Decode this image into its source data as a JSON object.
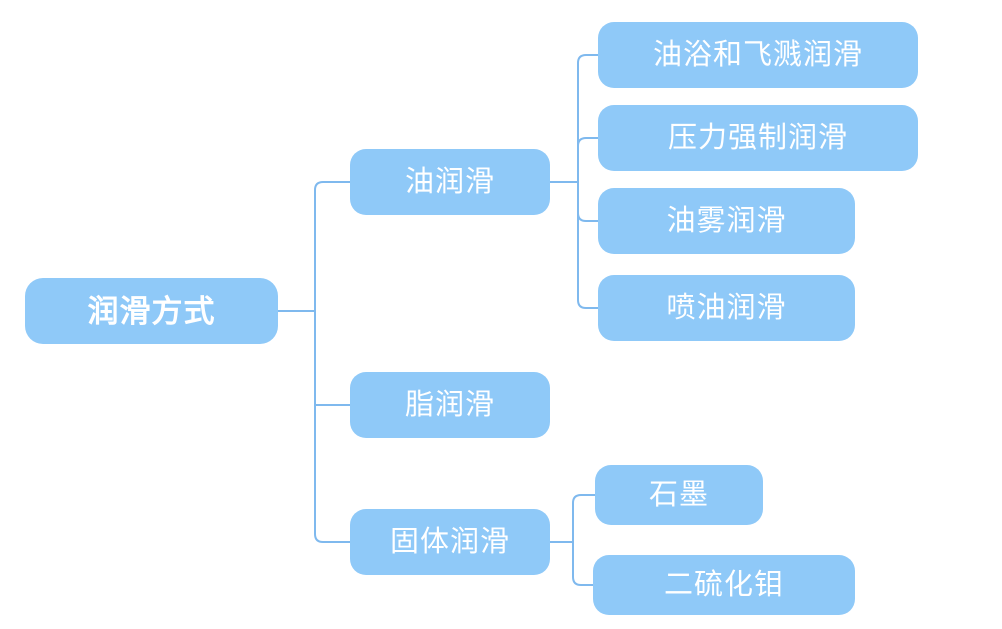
{
  "diagram": {
    "type": "tree",
    "orientation": "left-to-right",
    "title": "润滑方式",
    "node_fill": "#8FC9F8",
    "node_text_color": "#FFFFFF",
    "connector_color": "#7FB9EE",
    "background": "#FFFFFF",
    "root": {
      "label": "润滑方式",
      "children": [
        {
          "label": "油润滑",
          "children": [
            {
              "label": "油浴和飞溅润滑"
            },
            {
              "label": "压力强制润滑"
            },
            {
              "label": "油雾润滑"
            },
            {
              "label": "喷油润滑"
            }
          ]
        },
        {
          "label": "脂润滑",
          "children": []
        },
        {
          "label": "固体润滑",
          "children": [
            {
              "label": "石墨"
            },
            {
              "label": "二硫化钼"
            }
          ]
        }
      ]
    }
  }
}
